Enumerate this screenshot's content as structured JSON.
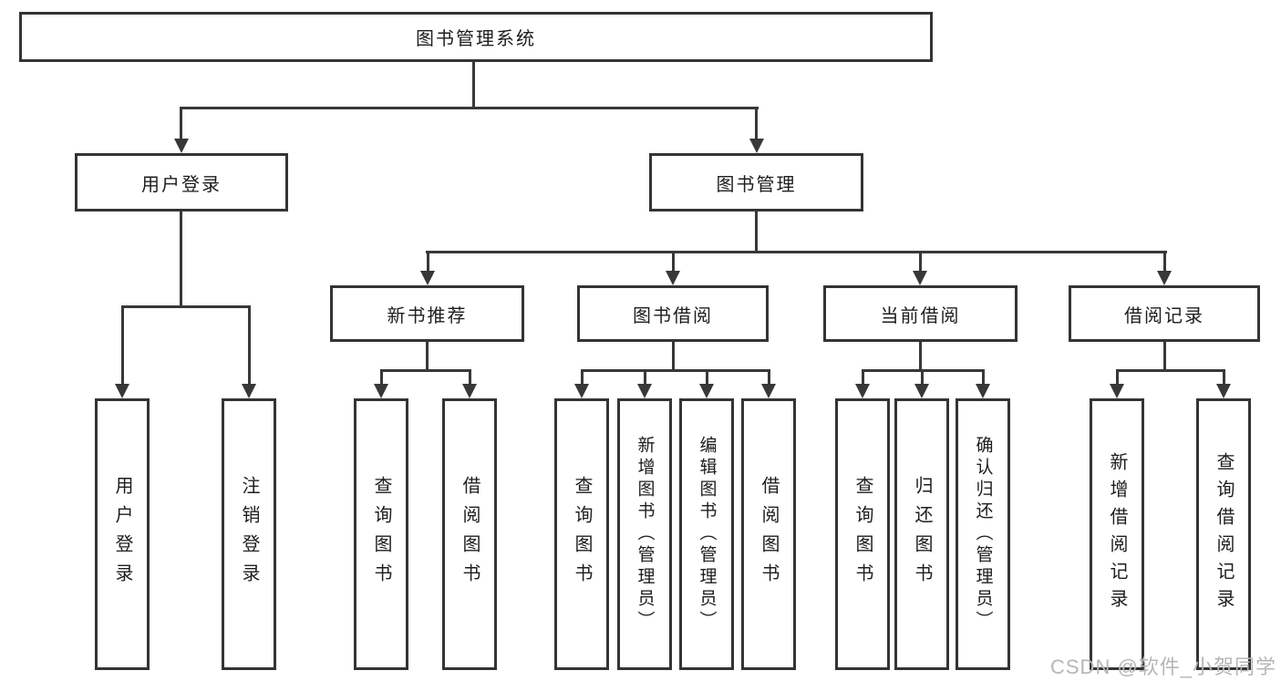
{
  "diagram": {
    "title": "图书管理系统",
    "level2": {
      "user_login": "用户登录",
      "book_mgmt": "图书管理"
    },
    "level3": {
      "new_books": "新书推荐",
      "borrowing": "图书借阅",
      "current": "当前借阅",
      "records": "借阅记录"
    },
    "leaves": {
      "user_login": [
        "用户登录",
        "注销登录"
      ],
      "new_books": [
        "查询图书",
        "借阅图书"
      ],
      "borrowing": [
        "查询图书",
        "新增图书（管理员）",
        "编辑图书（管理员）",
        "借阅图书"
      ],
      "current": [
        "查询图书",
        "归还图书",
        "确认归还（管理员）"
      ],
      "records": [
        "新增借阅记录",
        "查询借阅记录"
      ]
    },
    "watermark": "CSDN @软件_小贺同学",
    "colors": {
      "line": "#383838",
      "text": "#1d1d1d",
      "watermark": "#b6b6b6",
      "background": "#ffffff"
    }
  }
}
